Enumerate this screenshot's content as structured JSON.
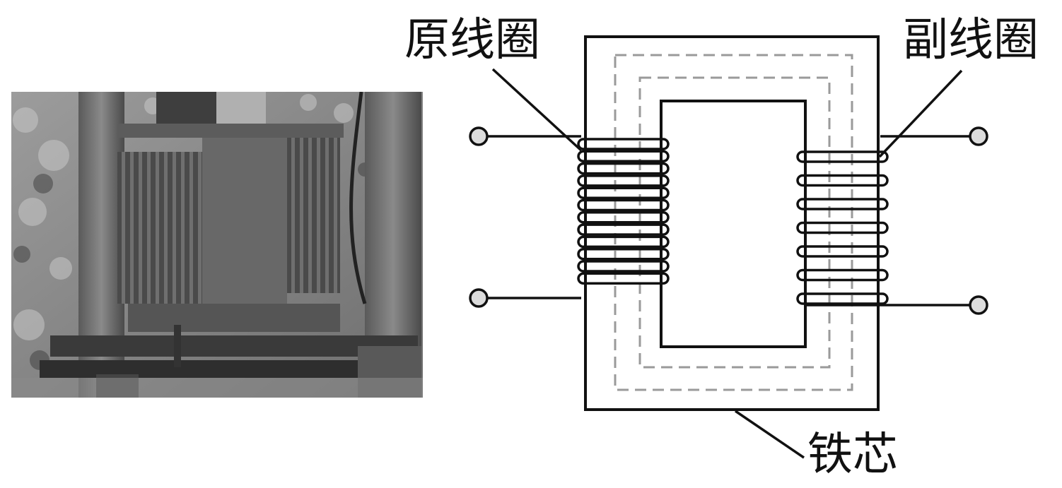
{
  "figure": {
    "photo_name": "transformer-photo",
    "labels": {
      "primary_coil": "原线圈",
      "secondary_coil": "副线圈",
      "iron_core": "铁芯"
    }
  },
  "colors": {
    "line": "#111111",
    "flux_dash": "#9a9a9a",
    "terminal_fill": "#dcdcdc"
  }
}
